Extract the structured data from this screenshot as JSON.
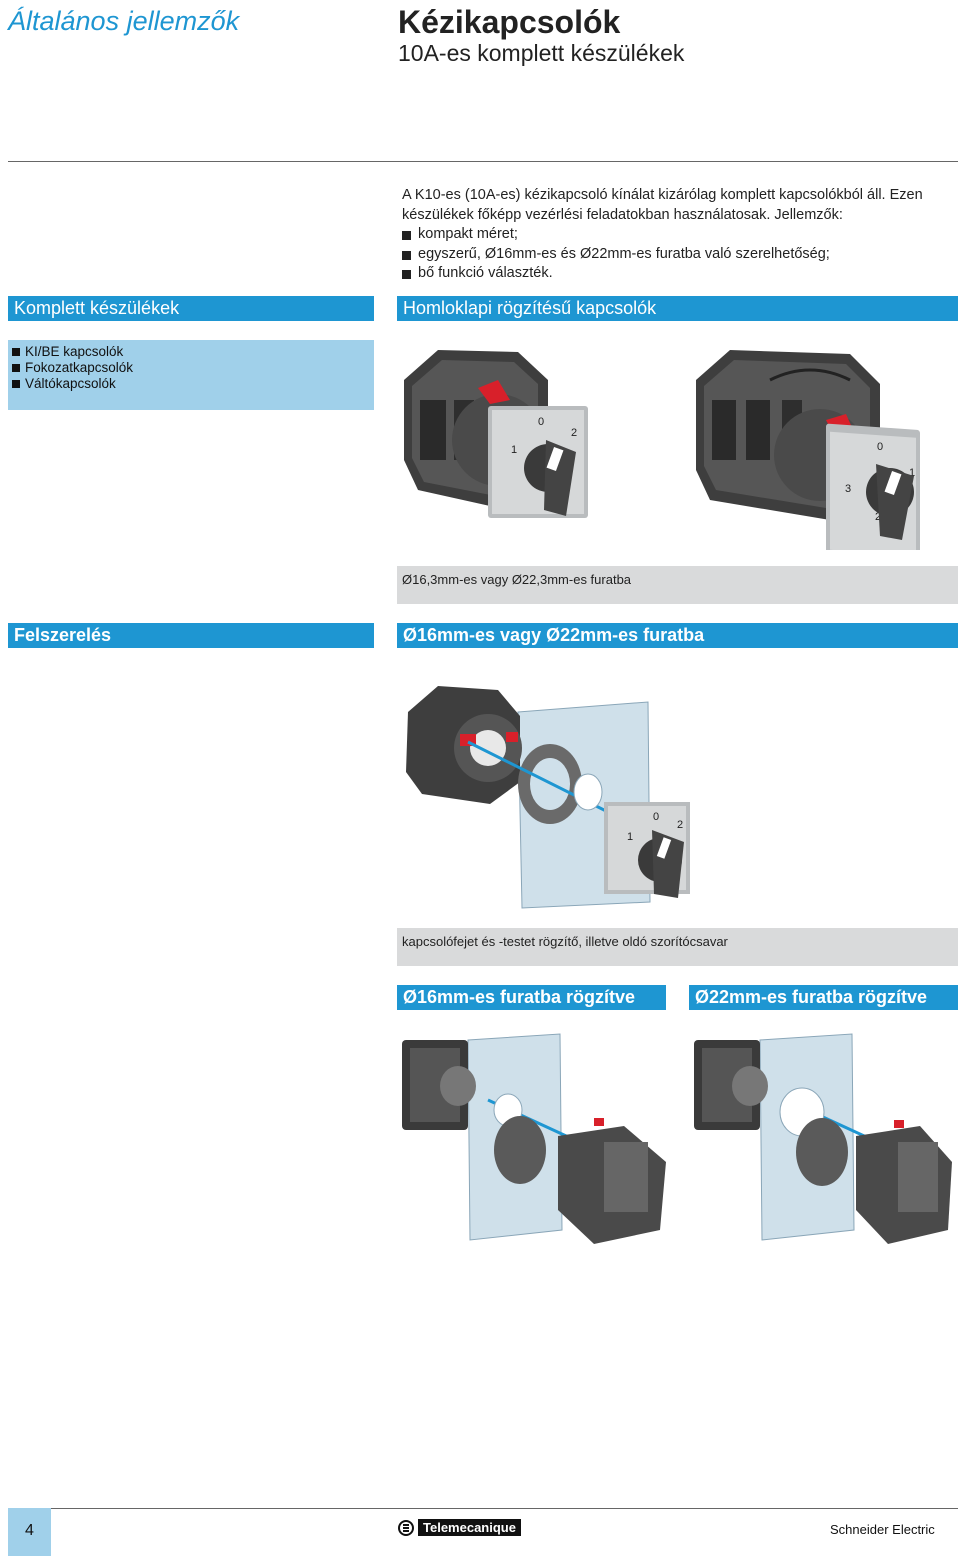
{
  "header": {
    "left_title": "Általános jellemzők",
    "title": "Kézikapcsolók",
    "subtitle": "10A-es komplett készülékek"
  },
  "intro": {
    "text": "A K10-es (10A-es) kézikapcsoló kínálat kizárólag komplett kapcsolókból áll. Ezen készülékek főképp vezérlési feladatokban használatosak. Jellemzők:",
    "bullets": [
      "kompakt méret;",
      "egyszerű, Ø16mm-es és Ø22mm-es furatba való szerelhetőség;",
      "bő funkció választék."
    ]
  },
  "section1": {
    "side_bar": "Komplett készülékek",
    "side_items": [
      "KI/BE kapcsolók",
      "Fokozatkapcsolók",
      "Váltókapcsolók"
    ],
    "main_bar": "Homloklapi rögzítésű kapcsolók",
    "dial_left": [
      "0",
      "1",
      "2"
    ],
    "dial_right": [
      "0",
      "1",
      "2",
      "3"
    ],
    "caption": "Ø16,3mm-es vagy Ø22,3mm-es furatba"
  },
  "section2": {
    "side_bar": "Felszerelés",
    "main_bar": "Ø16mm-es vagy Ø22mm-es furatba",
    "dial": [
      "0",
      "1",
      "2"
    ],
    "caption": "kapcsolófejet és -testet rögzítő, illetve oldó szorítócsavar"
  },
  "section3": {
    "bar_left": "Ø16mm-es furatba rögzítve",
    "bar_right": "Ø22mm-es furatba rögzítve"
  },
  "footer": {
    "page": "4",
    "logo": "Telemecanique",
    "brand": "Schneider Electric"
  },
  "colors": {
    "accent": "#1e96d2",
    "side_box": "#a0d0ea",
    "caption_bg": "#d9dadb",
    "switch_red": "#d8202a"
  }
}
